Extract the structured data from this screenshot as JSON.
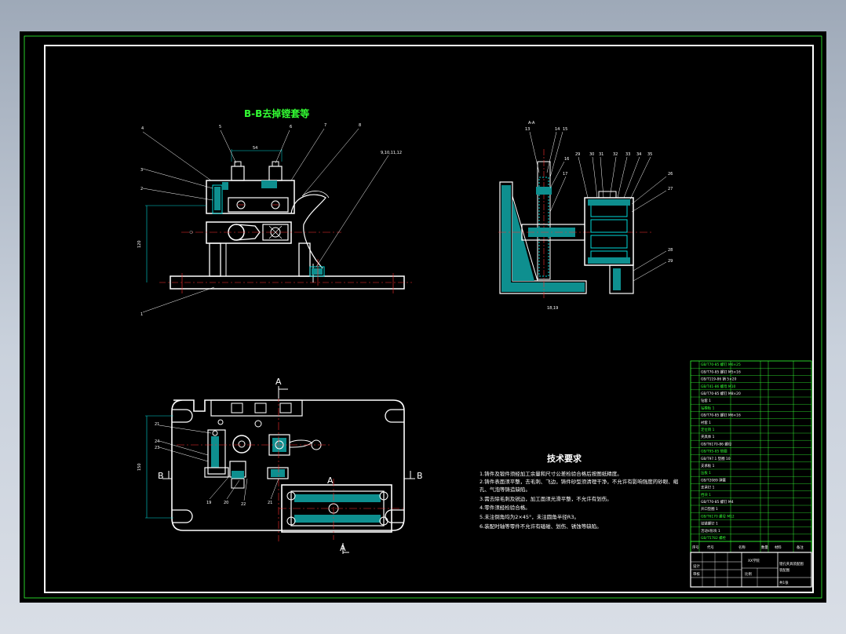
{
  "section_title": "B-B去掉镗套等",
  "tech_requirements": {
    "title": "技术要求",
    "lines": [
      "1.铸件及锻件须经加工余量和尺寸公差检验合格后按图纸精度。",
      "2.铸件表面须平整，去毛刺、飞边，铸件砂型须清理干净，不允许有影响强度的砂眼、缩",
      "  孔、气泡等铸造缺陷。",
      "3.需去除毛刺及锐边，加工面须光滑平整，不允许有划伤。",
      "4.零件须经检验合格。",
      "5.未注倒角均为2×45°，未注圆角半径R3。",
      "6.装配时轴等零件不允许有磕碰、划伤、锈蚀等缺陷。"
    ]
  },
  "section_markers": {
    "a_top": "A",
    "a_mid": "A",
    "a_bottom": "A",
    "b_left": "B",
    "b_right": "B"
  },
  "side_view_mark": "A-A",
  "front_balloons": [
    "4",
    "5",
    "6",
    "7",
    "8",
    "3",
    "2",
    "1",
    "9,10,11,12"
  ],
  "side_balloons": [
    "13",
    "14",
    "15",
    "16",
    "17",
    "29",
    "30",
    "31",
    "32",
    "33",
    "34",
    "35",
    "26",
    "27",
    "28",
    "29",
    "18,19"
  ],
  "plan_balloons": [
    "21",
    "24",
    "23",
    "19",
    "20",
    "22",
    "21"
  ],
  "dimensions": {
    "top_width": "54",
    "front_height": "120",
    "plan_height": "150"
  },
  "bom_rows": [
    "GB/T70-85 螺钉 M6×25",
    "GB/T70-85 螺钉 M5×16",
    "GB/T119-86 销 5×20",
    "GB/T41-86 螺母 M10",
    "GB/T70-85 螺钉 M8×20",
    "钻套 1",
    "钻模板 1",
    "GB/T70-85 螺钉 M6×16",
    "衬套 1",
    "定位销 1",
    "夹具体 1",
    "GB/T6170-86 螺母",
    "GB/T95-85 垫圈",
    "GB/T97.1 垫圈 10",
    "支承板 1",
    "压板 1",
    "GB/T2089 弹簧",
    "支承钉 1",
    "挡块 1",
    "GB/T70-85 螺钉 M4",
    "开口垫圈 1",
    "GB/T6170 螺母 M12",
    "铰链螺钉 1",
    "活动V形块 1",
    "GB/T5782 螺栓"
  ],
  "bom_header": [
    "序号",
    "代号",
    "名称",
    "数量",
    "材料",
    "备注"
  ],
  "title_block": {
    "school": "XX学院",
    "drawing_name": "镗孔夹具装配图",
    "drawing_no": "装配图",
    "designer": "设计",
    "checker": "审核",
    "scale": "比例",
    "sheet": "共1张"
  }
}
